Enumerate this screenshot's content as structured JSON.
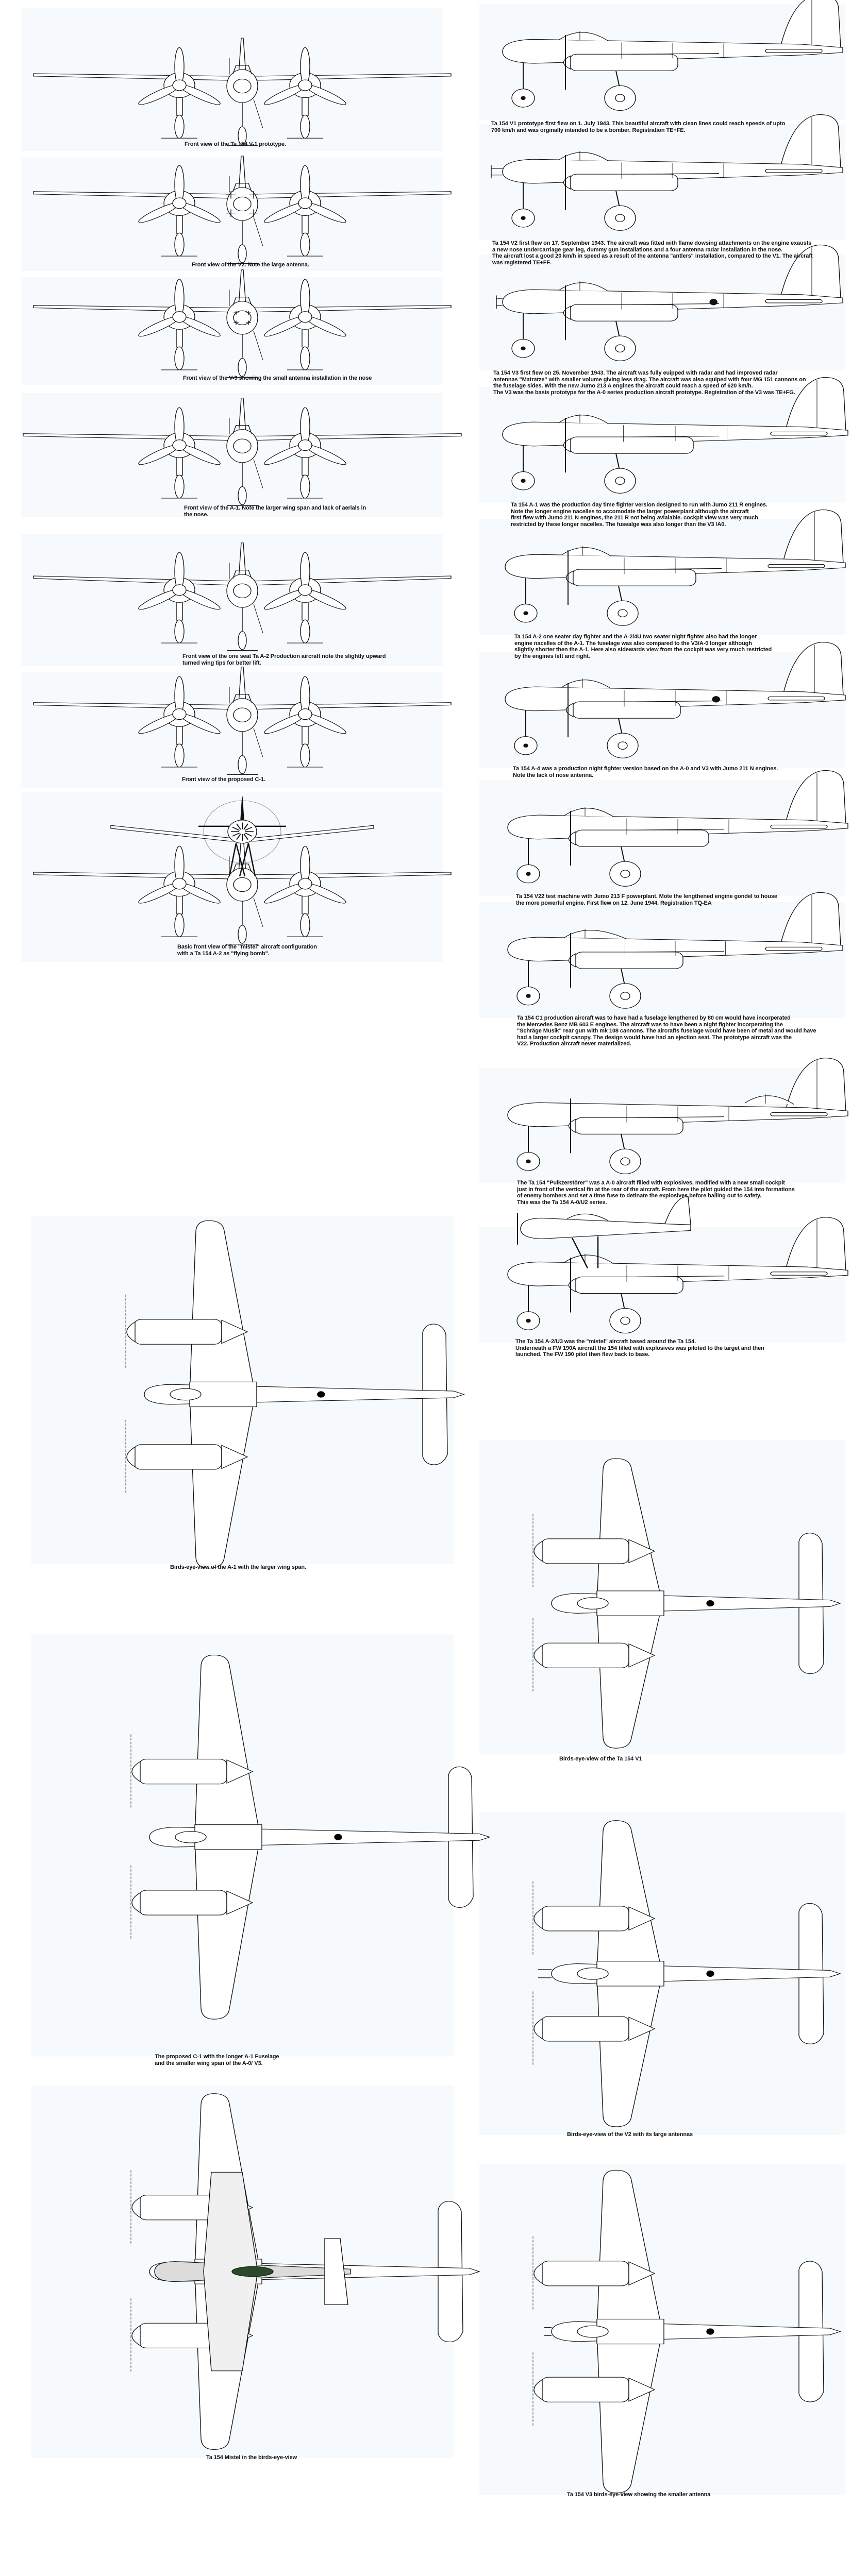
{
  "colors": {
    "line": "#111111",
    "panel": "#f6fafc",
    "roundel": "#000000"
  },
  "front_views": [
    {
      "caption": "Front view of the Ta 154 V-1 prototype."
    },
    {
      "caption": "Front view of the V2. Note the large antenna."
    },
    {
      "caption": "Front view of the V-3 showing the small antenna installation in the nose"
    },
    {
      "caption": "Front view of the A-1. Note the larger wing span and lack of aerials in\nthe nose."
    },
    {
      "caption": "Front view of the one seat Ta A-2 Production aircraft note the slightly upward\nturned wing tips for better lift."
    },
    {
      "caption": "Front view of the proposed C-1."
    },
    {
      "caption": "Basic front view of the \"mistel\" aircraft configuration\nwith a Ta 154 A-2 as \"flying bomb\"."
    }
  ],
  "side_views": [
    {
      "caption": "Ta 154 V1 prototype first flew on 1. July 1943. This beautiful aircraft with clean lines could reach speeds of upto\n700 km/h and was orginally intended to be a bomber. Registration TE+FE."
    },
    {
      "caption": "Ta 154 V2 first flew on 17. September 1943. The aircraft was fitted with flame dowsing attachments on the engine exausts\na new nose undercarriage gear leg, dummy gun installations and a four antenna radar installation in the nose.\nThe aircraft lost a good 20 km/h in speed as a result of the antenna \"antlers\" installation, compared to the V1. The aircraft\nwas registered TE+FF."
    },
    {
      "caption": "Ta 154 V3 first flew on 25. November 1943. The aircraft was fully euipped with radar and had improved radar\nantennas \"Matratze\" with smaller volume giving less drag. The aircraft was also equiped with four MG 151 cannons on\nthe fuselage sides. With the new Jumo 213 A engines the aircraft could reach a speed of 620 km/h.\nThe V3 was the basis prototype for the A-0 series production aircraft prototype. Registration of the V3 was TE+FG."
    },
    {
      "caption": "Ta 154 A-1 was the production day time fighter version designed to run with Jumo 211 R engines.\nNote the longer engine nacelles to accomodate the larger powerplant although the aircraft\nfirst flew with Jumo 211 N engines, the 211 R not being avialable. cockpit view was very much\nrestricted by these longer nacelles. The fusealge was also longer than the V3 /A0."
    },
    {
      "caption": "Ta 154 A-2 one seater day fighter and the A-2/4U two seater night fighter also had the longer\nengine nacelles of the A-1. The fuselage was also compared to the V3/A-0 longer although\nslightly shorter then the A-1. Here also sidewards view from the cockpit was very much restricted\nby the engines left and right."
    },
    {
      "caption": "Ta 154 A-4 was a production night fighter version based on the A-0 and V3 with Jumo 211 N engines.\nNote the lack of nose antenna."
    },
    {
      "caption": "Ta 154 V22 test machine with Jumo 213 F powerplant. Mote the lengthened engine gondel to house\nthe more powerful engine. First flew on 12. June 1944. Registration TQ-EA"
    },
    {
      "caption": "Ta 154 C1 production aircraft was to have had a fuselage lengthened by 80 cm would have incorperated\nthe Mercedes Benz MB 603 E engines. The aircraft was to have been a night fighter incorperating the\n\"Schräge Musik\" rear gun with mk 108 cannons. The aircrafts fuselage would have been of metal and would have\nhad a larger cockpit canopy. The design would have had an ejection seat. The prototype aircraft was the\nV22. Production aircraft never materialized."
    },
    {
      "caption": "The Ta 154 \"Pulkzerstörer\" was a A-0 aircraft filled with explosives, modified with a new small cockpit\njust in front of the vertical fin at the rear of the aircraft. From here the pilot guided the 154 into formations\nof enemy bombers and set a time fuse to detinate the explosives before bailing out to safety.\nThis was the Ta 154 A-0/U2 series."
    },
    {
      "caption": "The Ta 154 A-2/U3 was the \"mistel\" aircraft based around the Ta 154.\nUnderneath a FW 190A aircraft the 154 filled with explosives was piloted  to the target and then\nlaunched. The FW 190 pilot then flew back to base."
    }
  ],
  "birds_eye_left": [
    {
      "caption": "Birds-eye-view of the A-1 with the larger wing span."
    },
    {
      "caption": "The proposed C-1 with the longer A-1 Fuselage\nand the smaller wing span of the A-0/ V3."
    },
    {
      "caption": "Ta 154 Mistel in the birds-eye-view"
    }
  ],
  "birds_eye_right": [
    {
      "caption": "Birds-eye-view of the Ta 154 V1"
    },
    {
      "caption": "Birds-eye-view of the V2 with its large antennas"
    },
    {
      "caption": "Ta 154 V3 birds-eye-view showing the smaller antenna"
    }
  ]
}
